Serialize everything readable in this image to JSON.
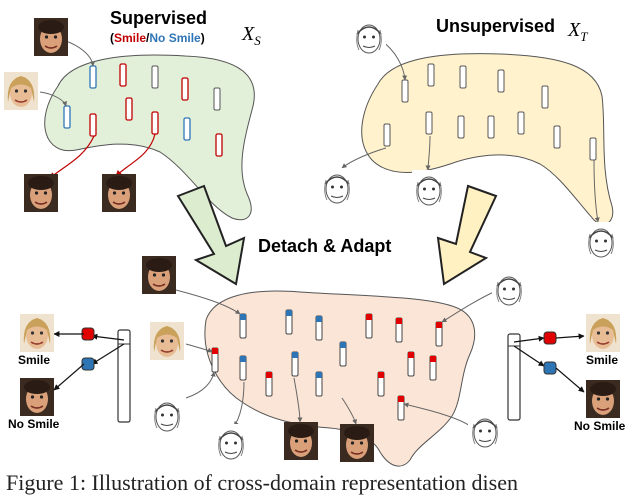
{
  "figure": {
    "supervised_title": "Supervised",
    "supervised_math": "X",
    "supervised_math_sub": "S",
    "legend_open": "(",
    "legend_smile": "Smile",
    "legend_slash": "/",
    "legend_nosmile": "No Smile",
    "legend_close": ")",
    "unsupervised_title": "Unsupervised",
    "unsupervised_math": "X",
    "unsupervised_math_sub": "T",
    "center_title": "Detach & Adapt",
    "left_smile": "Smile",
    "left_nosmile": "No Smile",
    "right_smile": "Smile",
    "right_nosmile": "No Smile",
    "colors": {
      "smile_red": "#c00000",
      "nosmile_blue": "#2e75b6",
      "supervised_region": "#e2efd9",
      "unsupervised_region": "#fff2cc",
      "shared_region": "#fbe5d6",
      "arrow_green": "#dbeccf",
      "arrow_yellow": "#fff1c2"
    },
    "icons": [
      "face-photo-icon",
      "face-sketch-icon",
      "feature-bar-icon",
      "classifier-node-icon"
    ]
  },
  "caption": {
    "text": "Figure 1: Illustration of cross-domain representation disen"
  }
}
